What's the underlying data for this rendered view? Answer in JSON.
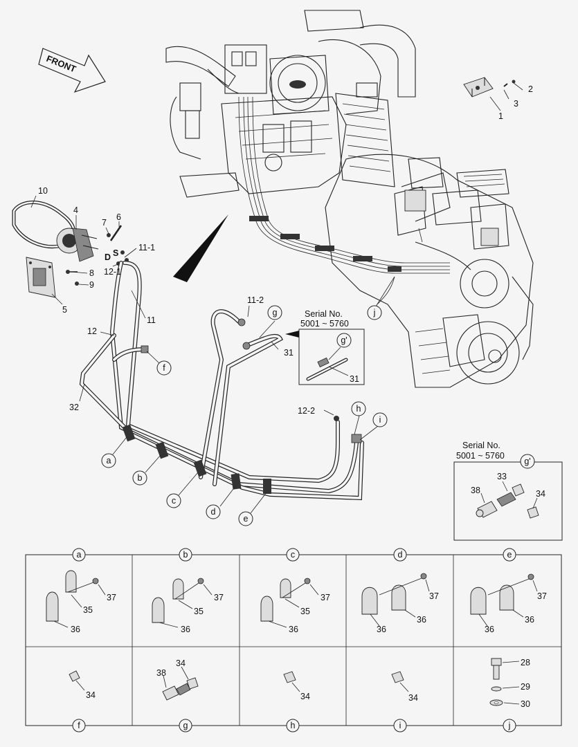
{
  "front_label": "FRONT",
  "inset_top": {
    "title": "Serial No.",
    "range": "5001 ~ 5760",
    "callout": "g'",
    "part": "31"
  },
  "inset_right": {
    "title": "Serial No.",
    "range": "5001 ~ 5760",
    "callout": "g'",
    "parts": [
      "33",
      "34",
      "38"
    ]
  },
  "main_parts": [
    "1",
    "2",
    "3",
    "4",
    "5",
    "6",
    "7",
    "8",
    "9",
    "10",
    "11",
    "11-1",
    "11-2",
    "12",
    "12-1",
    "12-2",
    "31",
    "32"
  ],
  "main_callouts": [
    "a",
    "b",
    "c",
    "d",
    "e",
    "f",
    "g",
    "h",
    "i",
    "j"
  ],
  "valve_labels": {
    "discharge": "D",
    "suction": "S"
  },
  "detail_grid": {
    "top_row": [
      {
        "key": "a",
        "parts": [
          "37",
          "35",
          "36"
        ]
      },
      {
        "key": "b",
        "parts": [
          "37",
          "35",
          "36"
        ]
      },
      {
        "key": "c",
        "parts": [
          "37",
          "35",
          "36"
        ]
      },
      {
        "key": "d",
        "parts": [
          "37",
          "36",
          "36"
        ]
      },
      {
        "key": "e",
        "parts": [
          "37",
          "36",
          "36"
        ]
      }
    ],
    "bottom_row": [
      {
        "key": "f",
        "parts": [
          "34"
        ]
      },
      {
        "key": "g",
        "parts": [
          "38",
          "34"
        ]
      },
      {
        "key": "h",
        "parts": [
          "34"
        ]
      },
      {
        "key": "i",
        "parts": [
          "34"
        ]
      },
      {
        "key": "j",
        "parts": [
          "28",
          "29",
          "30"
        ]
      }
    ]
  }
}
